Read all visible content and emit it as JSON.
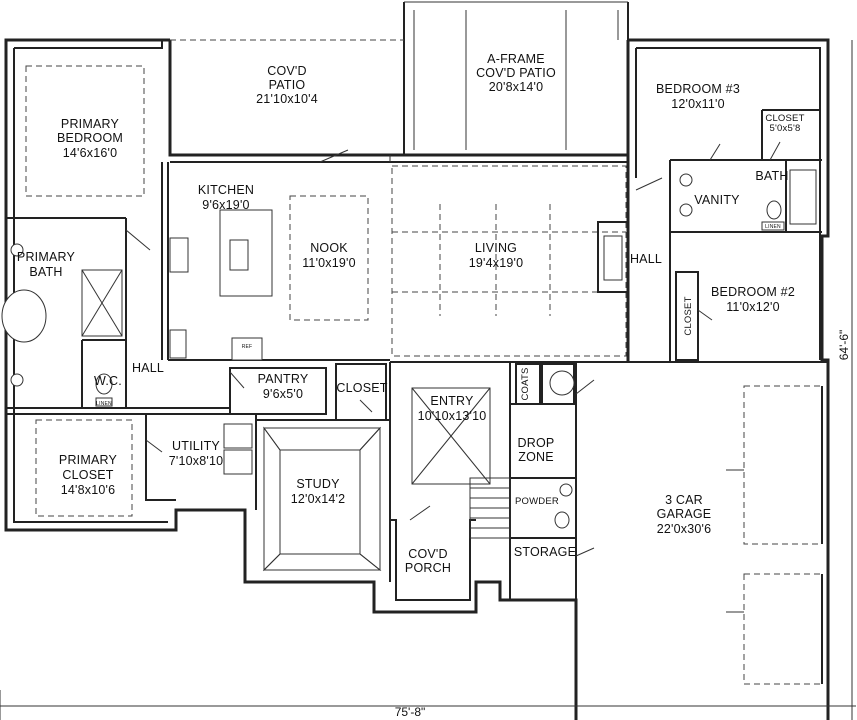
{
  "rooms": {
    "covd_patio": {
      "name": "COV'D",
      "name2": "PATIO",
      "dims": "21'10x10'4"
    },
    "aframe_patio": {
      "name": "A-FRAME",
      "name2": "COV'D PATIO",
      "dims": "20'8x14'0"
    },
    "primary_bedroom": {
      "name": "PRIMARY",
      "name2": "BEDROOM",
      "dims": "14'6x16'0"
    },
    "bedroom3": {
      "name": "BEDROOM #3",
      "dims": "12'0x11'0"
    },
    "closet_b3": {
      "name": "CLOSET",
      "dims": "5'0x5'8"
    },
    "kitchen": {
      "name": "KITCHEN",
      "dims": "9'6x19'0"
    },
    "nook": {
      "name": "NOOK",
      "dims": "11'0x19'0"
    },
    "living": {
      "name": "LIVING",
      "dims": "19'4x19'0"
    },
    "primary_bath": {
      "name": "PRIMARY",
      "name2": "BATH"
    },
    "vanity": {
      "name": "VANITY"
    },
    "bath": {
      "name": "BATH"
    },
    "hall_right": {
      "name": "HALL"
    },
    "bedroom2": {
      "name": "BEDROOM #2",
      "dims": "11'0x12'0"
    },
    "closet_b2": {
      "name": "CLOSET"
    },
    "hall_left": {
      "name": "HALL"
    },
    "wc": {
      "name": "W.C."
    },
    "pantry": {
      "name": "PANTRY",
      "dims": "9'6x5'0"
    },
    "closet_mid": {
      "name": "CLOSET"
    },
    "entry": {
      "name": "ENTRY",
      "dims": "10'10x13'10"
    },
    "coats": {
      "name": "COATS"
    },
    "primary_closet": {
      "name": "PRIMARY",
      "name2": "CLOSET",
      "dims": "14'8x10'6"
    },
    "utility": {
      "name": "UTILITY",
      "dims": "7'10x8'10"
    },
    "study": {
      "name": "STUDY",
      "dims": "12'0x14'2"
    },
    "drop_zone": {
      "name": "DROP",
      "name2": "ZONE"
    },
    "powder": {
      "name": "POWDER"
    },
    "storage": {
      "name": "STORAGE"
    },
    "covd_porch": {
      "name": "COV'D",
      "name2": "PORCH"
    },
    "garage": {
      "name": "3 CAR",
      "name2": "GARAGE",
      "dims": "22'0x30'6"
    }
  },
  "fixtures": {
    "linen": "LINEN",
    "refrigerator": "REF"
  },
  "dimensions": {
    "width": "75'-8\"",
    "depth": "64'-6\""
  }
}
